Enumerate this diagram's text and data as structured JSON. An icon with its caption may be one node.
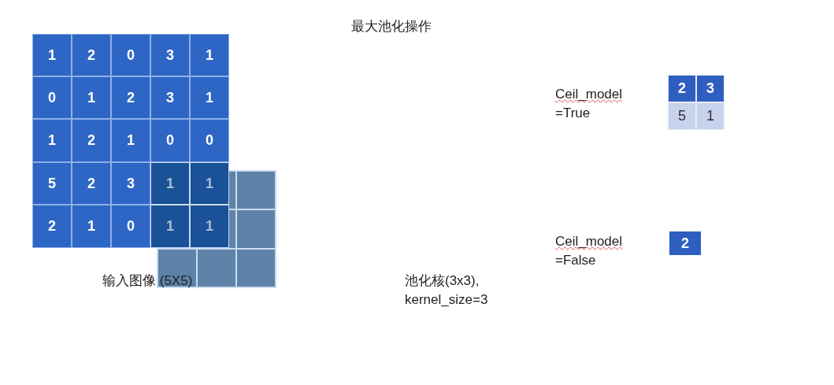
{
  "diagram": {
    "title": "最大池化操作",
    "labels": [
      "1",
      "2",
      "0",
      "3",
      "1",
      "0",
      "1",
      "2",
      "3",
      "1",
      "1",
      "2",
      "1",
      "0",
      "0",
      "5",
      "2",
      "3",
      "1",
      "1",
      "2",
      "1",
      "0",
      "1",
      "1",
      "Ceil_model =True",
      "2",
      "3",
      "5",
      "1",
      "Ceil_model =False",
      "2",
      "输入图像 (5X5)",
      "池化核(3x3), kernel_size=3"
    ]
  }
}
